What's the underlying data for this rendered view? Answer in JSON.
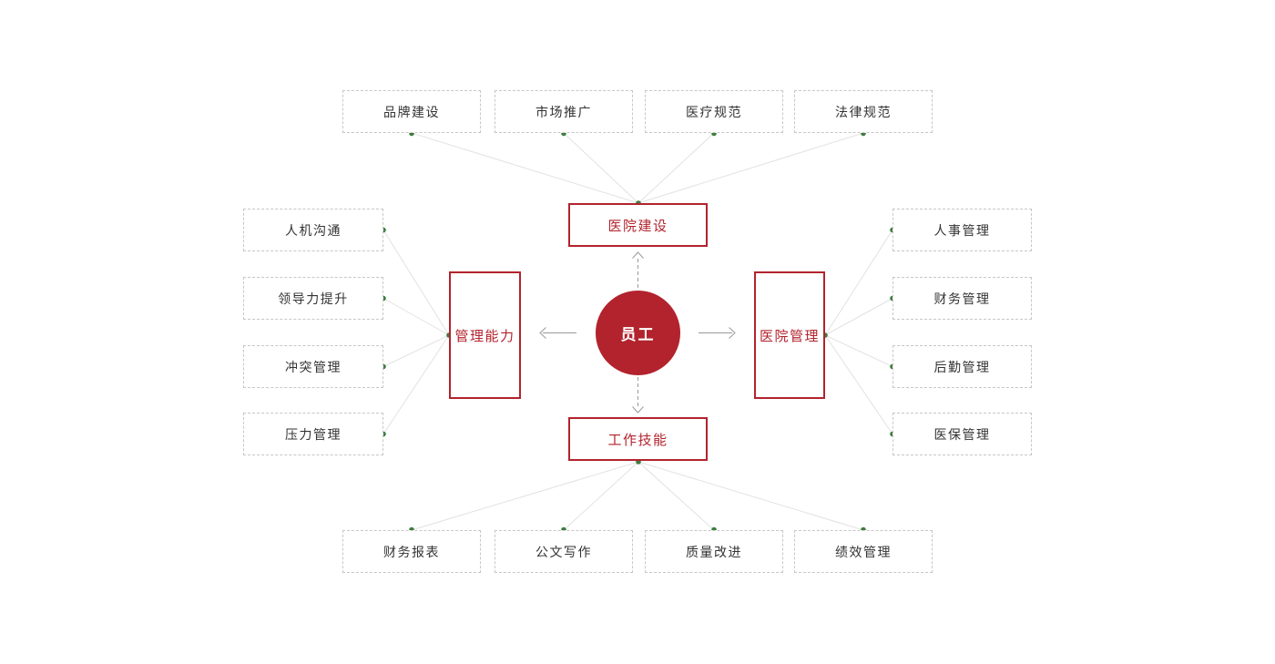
{
  "diagram": {
    "center": {
      "label": "员工"
    },
    "colors": {
      "accent_red": "#b2232d",
      "dot_green": "#3e7d3e",
      "connector_gray": "#e2e2e2",
      "arrow_gray": "#999999",
      "leaf_border": "#c7c7c7",
      "leaf_text": "#333333"
    },
    "branches": [
      {
        "label": "医院建设",
        "position": "top",
        "leaves": [
          "品牌建设",
          "市场推广",
          "医疗规范",
          "法律规范"
        ]
      },
      {
        "label": "管理能力",
        "position": "left",
        "leaves": [
          "人机沟通",
          "领导力提升",
          "冲突管理",
          "压力管理"
        ]
      },
      {
        "label": "医院管理",
        "position": "right",
        "leaves": [
          "人事管理",
          "财务管理",
          "后勤管理",
          "医保管理"
        ]
      },
      {
        "label": "工作技能",
        "position": "bottom",
        "leaves": [
          "财务报表",
          "公文写作",
          "质量改进",
          "绩效管理"
        ]
      }
    ]
  }
}
